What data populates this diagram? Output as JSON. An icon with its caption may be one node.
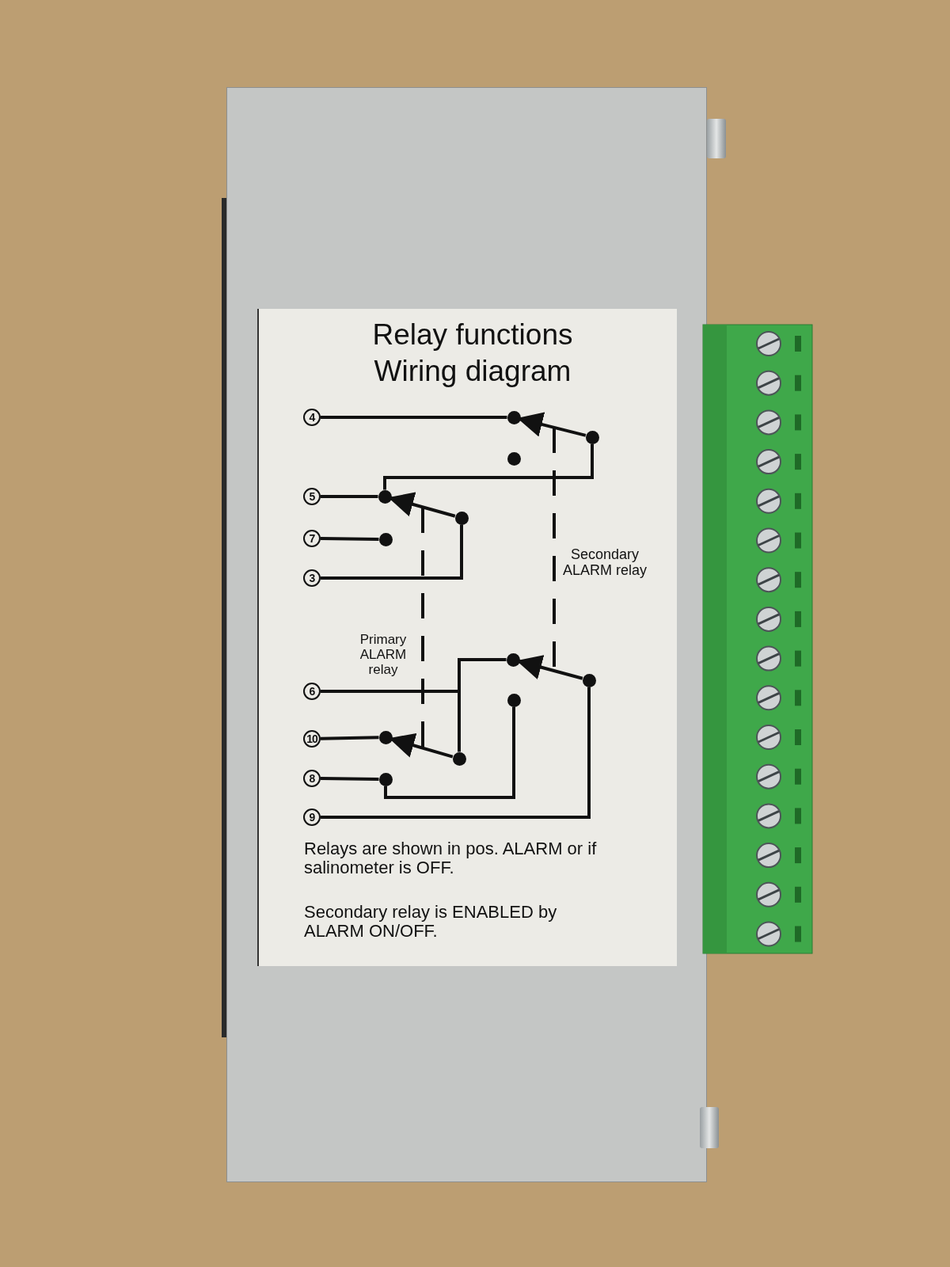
{
  "diagram": {
    "title": "Relay functions Wiring diagram",
    "nodes": [
      {
        "text": [
          "4"
        ]
      },
      {
        "text": [],
        "shape": "circle"
      },
      {
        "text": [],
        "shape": "circle"
      },
      {
        "text": [],
        "shape": "circle"
      },
      {
        "text": [
          "5"
        ]
      },
      {
        "text": [],
        "shape": "circle"
      },
      {
        "text": [],
        "shape": "circle"
      },
      {
        "text": [
          "7"
        ]
      },
      {
        "text": [],
        "shape": "circle"
      },
      {
        "text": [
          "3"
        ]
      },
      {
        "text": [],
        "shape": "circle"
      },
      {
        "text": [
          "6"
        ]
      },
      {
        "text": [],
        "shape": "circle"
      },
      {
        "text": [],
        "shape": "circle"
      },
      {
        "text": [
          "10"
        ]
      },
      {
        "text": [],
        "shape": "circle"
      },
      {
        "text": [],
        "shape": "circle"
      },
      {
        "text": [
          "8"
        ]
      },
      {
        "text": [],
        "shape": "circle"
      },
      {
        "text": [
          "9"
        ]
      }
    ],
    "edges": [
      {
        "from": 0,
        "to": 1,
        "arrow": "none"
      },
      {
        "from": 2,
        "to": 1,
        "arrow": "to"
      },
      {
        "from": 2,
        "to": 5,
        "arrow": "none"
      },
      {
        "from": 4,
        "to": 5,
        "arrow": "none"
      },
      {
        "from": 6,
        "to": 5,
        "arrow": "to"
      },
      {
        "from": 7,
        "to": 8,
        "arrow": "none"
      },
      {
        "from": 6,
        "to": 9,
        "arrow": "none"
      },
      {
        "from": 11,
        "to": 10,
        "arrow": "none"
      },
      {
        "from": 11,
        "to": 16,
        "arrow": "none"
      },
      {
        "from": 12,
        "to": 10,
        "arrow": "to"
      },
      {
        "from": 14,
        "to": 15,
        "arrow": "none"
      },
      {
        "from": 16,
        "to": 15,
        "arrow": "to"
      },
      {
        "from": 17,
        "to": 18,
        "arrow": "none"
      },
      {
        "from": 18,
        "to": 13,
        "arrow": "none"
      },
      {
        "from": 12,
        "to": 19,
        "arrow": "none"
      }
    ],
    "labels": [
      "Secondary ALARM relay",
      "Primary ALARM relay",
      "Relays are shown in pos. ALARM or if salinometer is OFF.",
      "Secondary relay is ENABLED by ALARM ON/OFF."
    ]
  }
}
